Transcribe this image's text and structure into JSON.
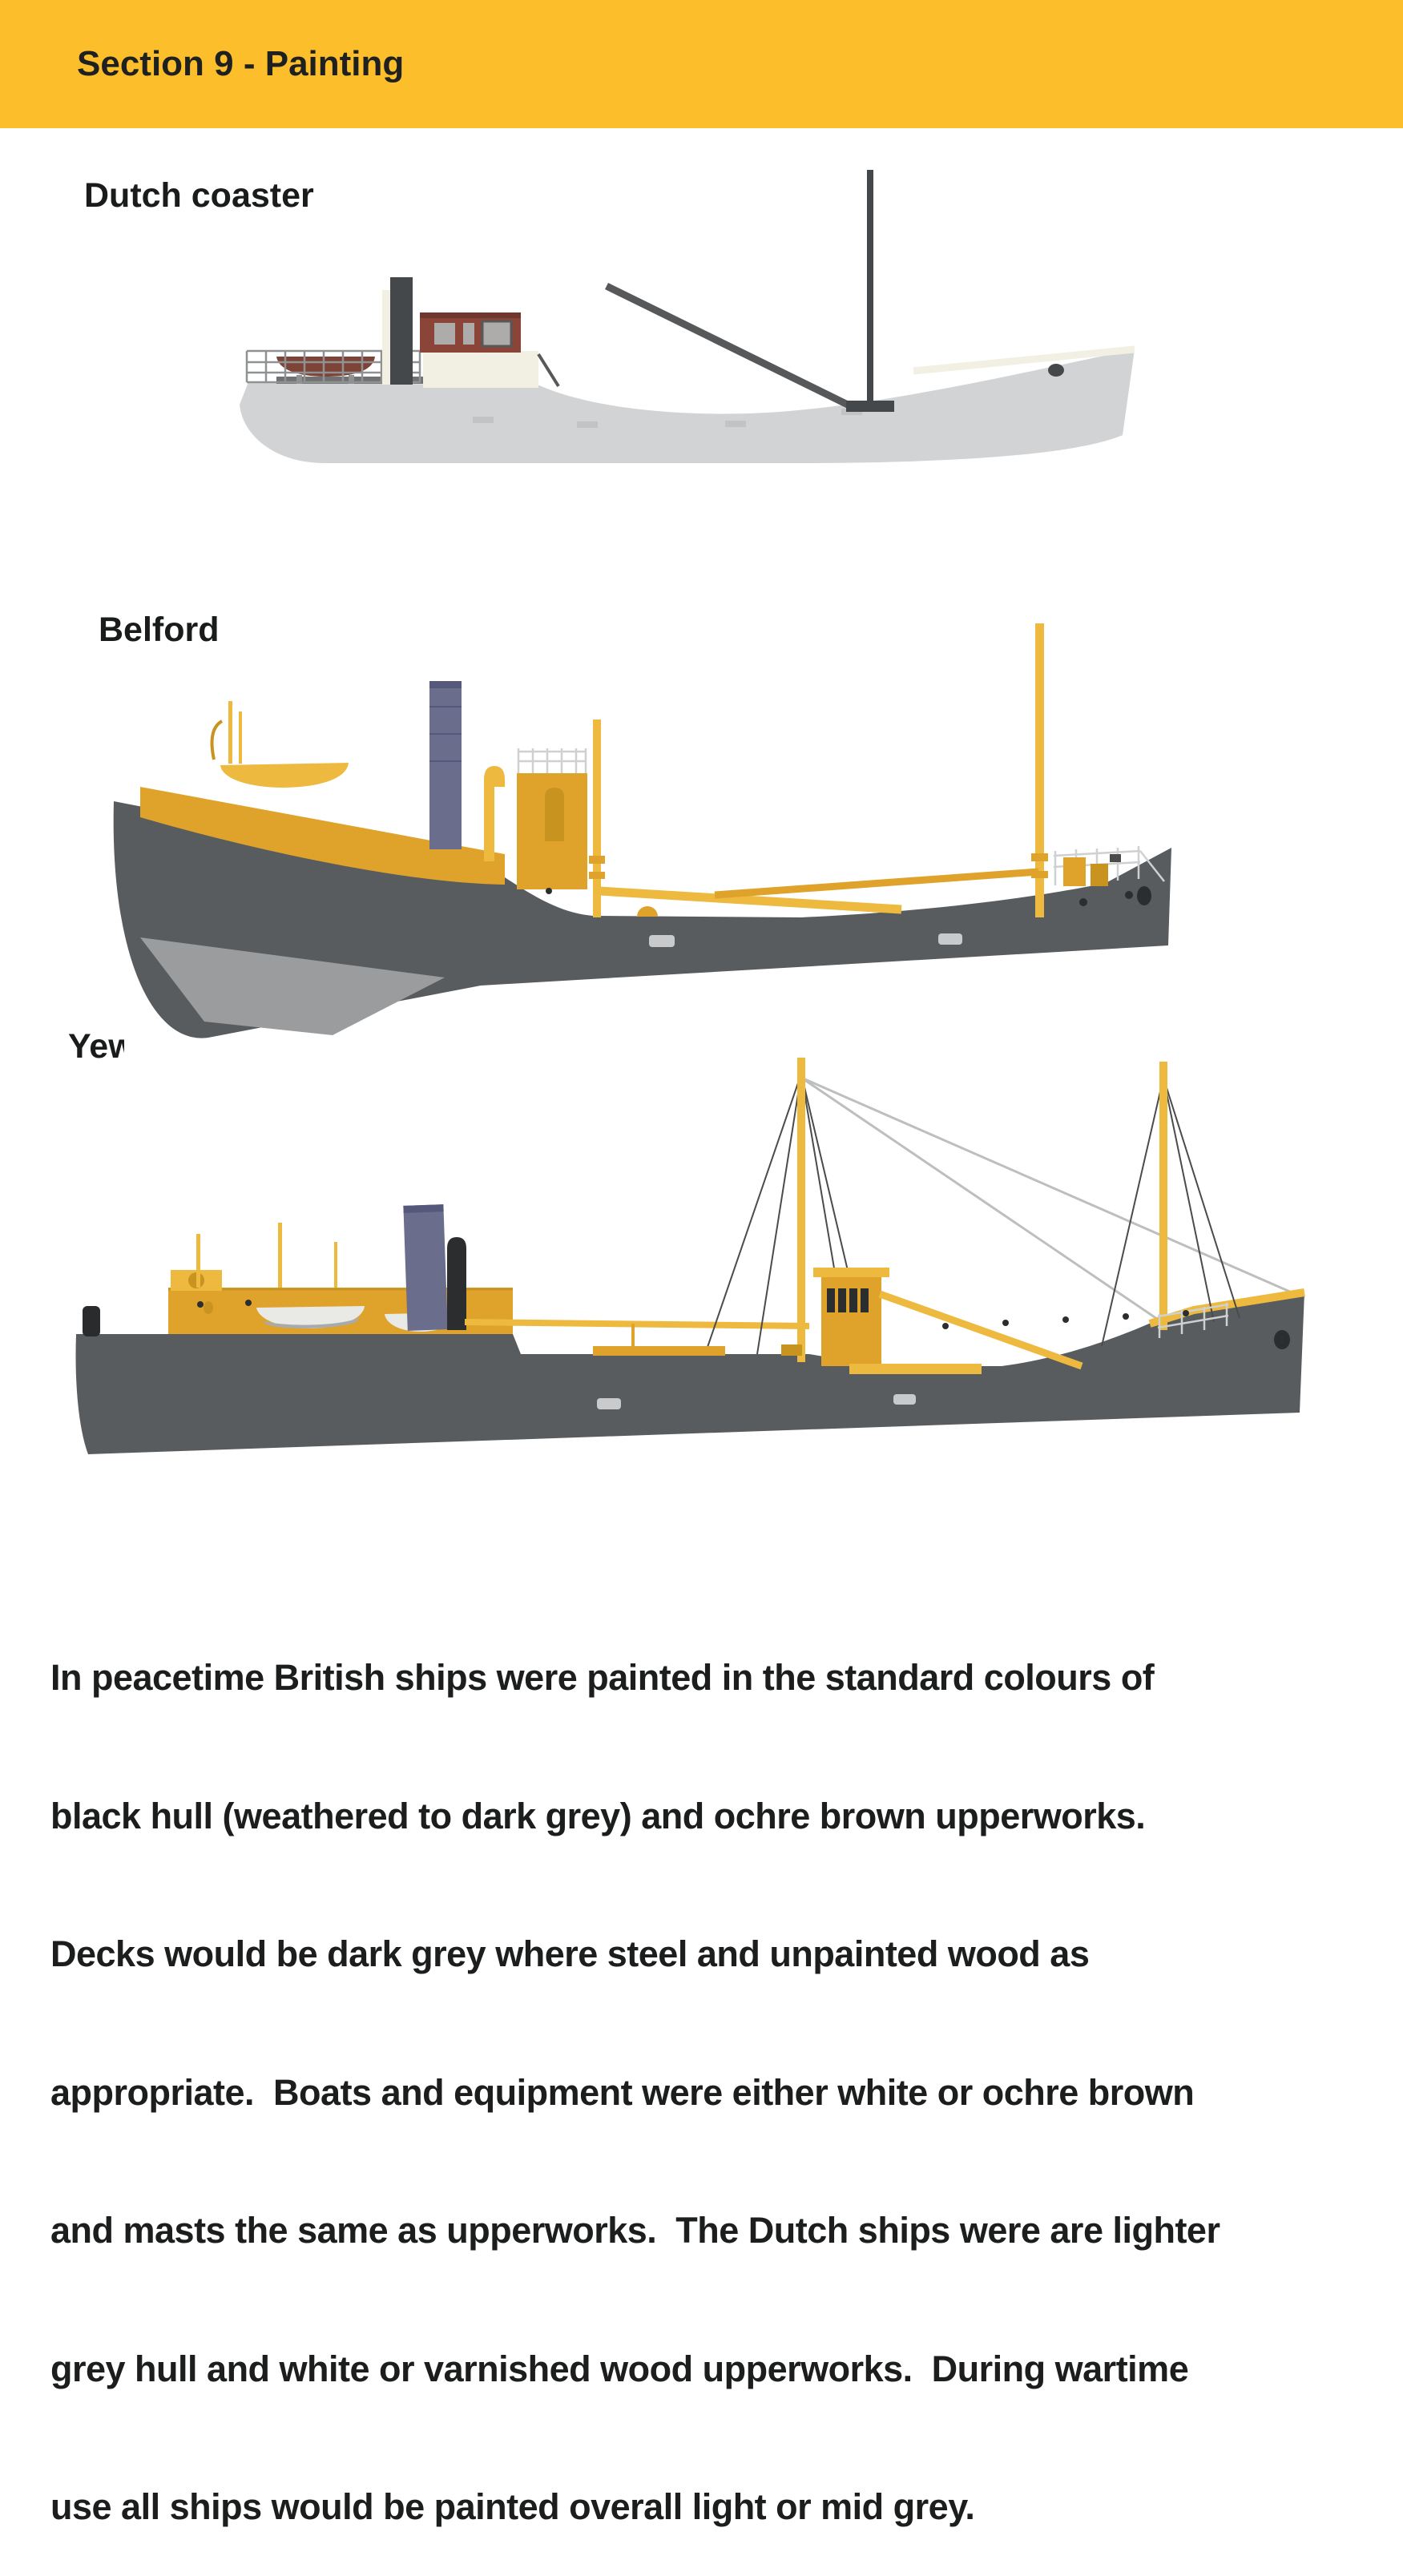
{
  "header": {
    "title": "Section 9 - Painting"
  },
  "ships": [
    {
      "label": "Dutch coaster"
    },
    {
      "label": "Belford"
    },
    {
      "label": "Yew"
    }
  ],
  "paragraph": {
    "lines": [
      "In peacetime British ships were painted in the standard colours of",
      "black hull (weathered to dark grey) and ochre brown upperworks.",
      "Decks would be dark grey where steel and unpainted wood as",
      "appropriate.  Boats and equipment were either white or ochre brown",
      "and masts the same as upperworks.  The Dutch ships were are lighter",
      "grey hull and white or varnished wood upperworks.  During wartime",
      "use all ships would be painted overall light or mid grey."
    ]
  },
  "colors": {
    "header_bar": "#fcbe2b",
    "title_text": "#1f2120",
    "body_text": "#1c1e1d",
    "label_text": "#1a1c1b",
    "coaster_hull": "#d2d3d5",
    "coaster_cream": "#f2efe3",
    "coaster_house": "#8a4538",
    "coaster_house_dark": "#6e382e",
    "coaster_window": "#aeacaa",
    "coaster_dark": "#45484a",
    "coaster_boom": "#565859",
    "coaster_rail": "#8f9192",
    "coaster_boat": "#7c4336",
    "coaster_deck": "#6f7172",
    "coaster_plate": "#c2c3c5",
    "british_hull": "#595c5e",
    "british_hull_light": "#9b9c9d",
    "ochre": "#dfa32b",
    "ochre_bright": "#edb93f",
    "ochre_dark": "#c8941f",
    "funnel_slate": "#6a6d8b",
    "funnel_slate_dark": "#55587a",
    "boat_white": "#e9eae6",
    "boat_grey": "#a7abab",
    "rail_light": "#cfd0d1",
    "stay_dark": "#4a4b4c",
    "stay_pale": "#bdbfbf",
    "dark_detail": "#2c2d2e",
    "plate_light": "#c9cacb",
    "black_fitting": "#2a2b2c"
  }
}
